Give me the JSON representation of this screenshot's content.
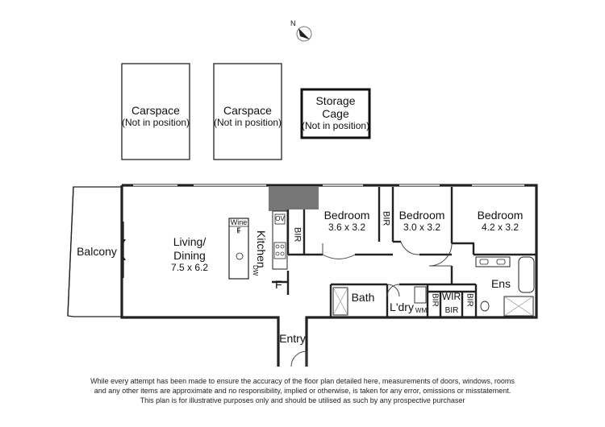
{
  "north_label": "N",
  "parking": {
    "carspace_1": {
      "title": "Carspace",
      "note": "(Not in position)"
    },
    "carspace_2": {
      "title": "Carspace",
      "note": "(Not in position)"
    },
    "storage": {
      "title_1": "Storage",
      "title_2": "Cage",
      "note": "(Not in position)"
    }
  },
  "rooms": {
    "balcony": "Balcony",
    "living_1": "Living/",
    "living_2": "Dining",
    "living_dim": "7.5 x 6.2",
    "kitchen": "Kitchen",
    "wine": "Wine",
    "fridge_small": "F",
    "ov": "OV",
    "dw": "DW",
    "fridge": "F",
    "bir_kitchen": "BIR",
    "bed1": "Bedroom",
    "bed1_dim": "3.6 x 3.2",
    "bir_bed": "BIR",
    "bed2": "Bedroom",
    "bed2_dim": "3.0 x 3.2",
    "bed3": "Bedroom",
    "bed3_dim": "4.2 x 3.2",
    "ens": "Ens",
    "bath": "Bath",
    "ldry": "L'dry",
    "wm": "WM",
    "wir": "WIR",
    "bir_a": "BIR",
    "bir_b": "BIR",
    "bir_c": "BIR",
    "entry": "Entry"
  },
  "disclaimer": [
    "While every attempt has been made to ensure the accuracy of the floor plan detailed here, measurements of doors, windows, rooms",
    "and any other items are approximate and no responsibility, implied or otherwise, is taken for any error, omissions or misstatement.",
    "This plan is for illustrative purposes only and should be utilised as such by any prospective purchaser"
  ]
}
